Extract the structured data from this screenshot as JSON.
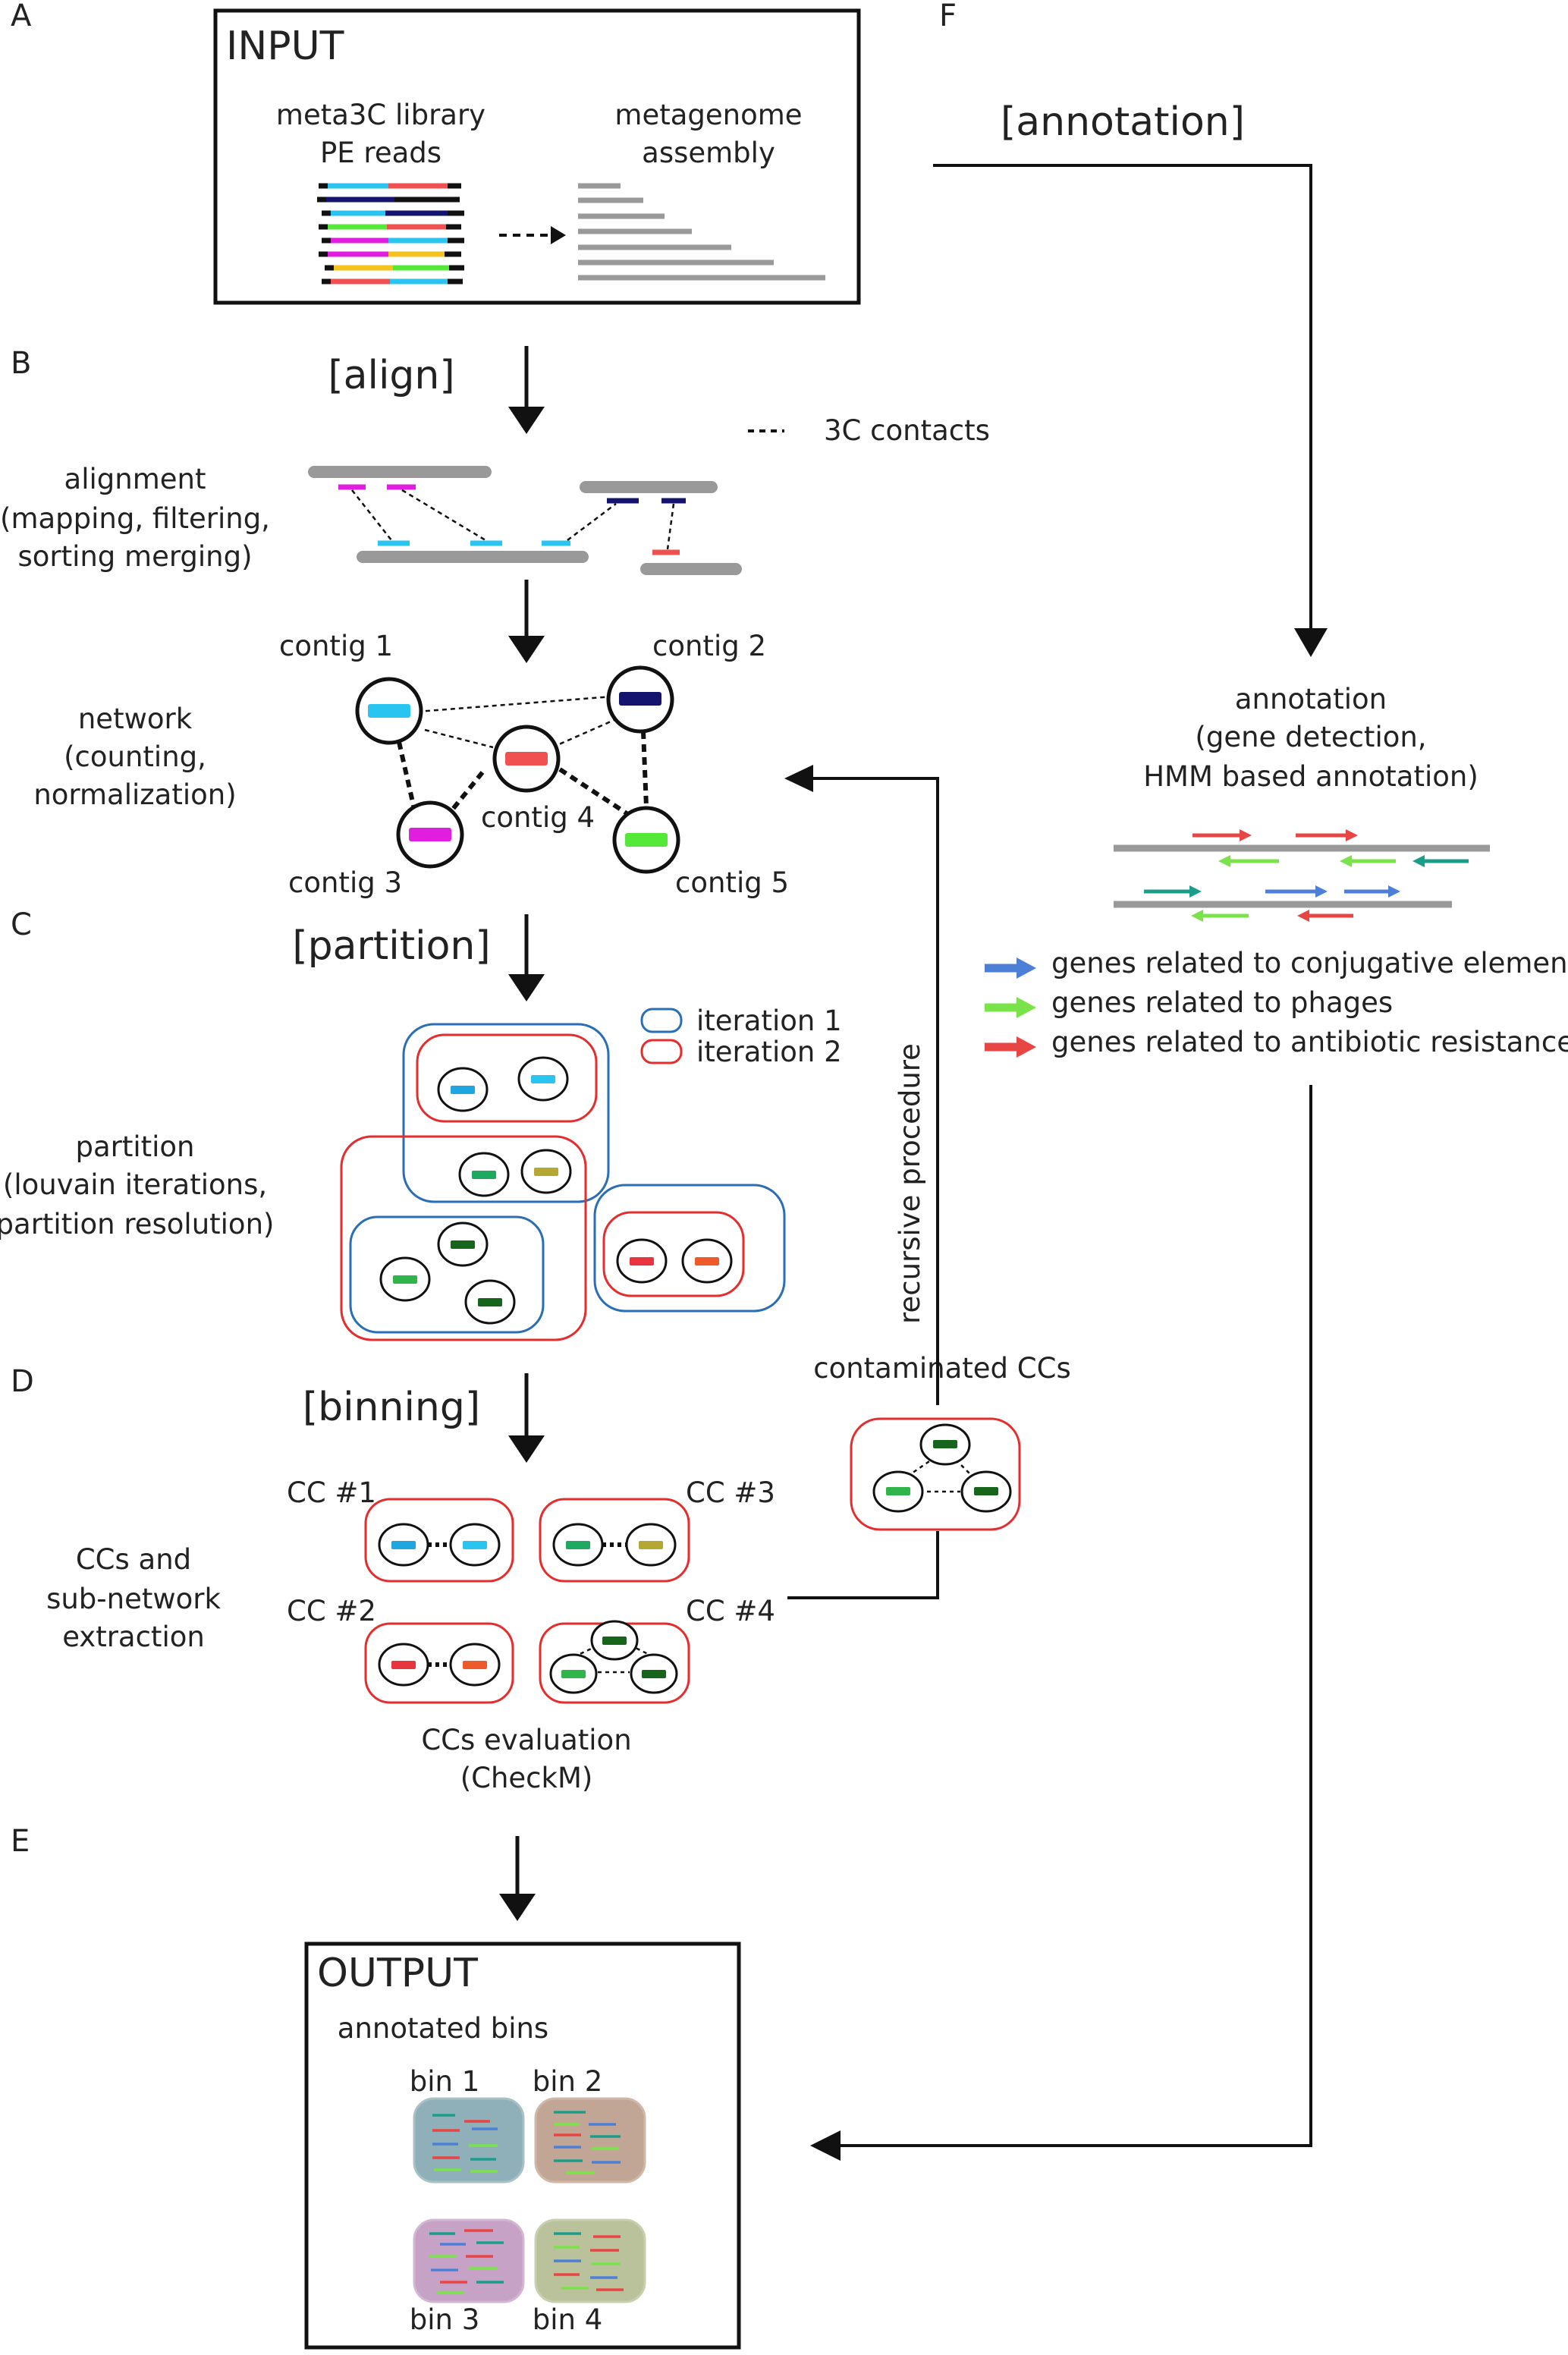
{
  "colors": {
    "gray": "#999999",
    "black": "#111111",
    "blue": "#2a6fb5",
    "red": "#e52d2d",
    "cyan": "#29c4f0",
    "navy": "#14146e",
    "salmon": "#f05050",
    "magenta": "#e01ee0",
    "green": "#55e839",
    "pale_blue": "#1da6e0",
    "teal_green": "#1fa860",
    "olive": "#b5a832",
    "dark_green": "#17651a",
    "green2": "#2fb54a",
    "red2": "#e8343f",
    "orange_red": "#ef5a2a",
    "gene_blue": "#4d7fd6",
    "gene_green": "#7be34a",
    "gene_red": "#e84545",
    "gene_teal": "#1c9d8a"
  },
  "section_labels": {
    "A": "A",
    "B": "B",
    "C": "C",
    "D": "D",
    "E": "E",
    "F": "F"
  },
  "input": {
    "title": "INPUT",
    "library_line1": "meta3C library",
    "library_line2": "PE reads",
    "assembly_line1": "metagenome",
    "assembly_line2": "assembly"
  },
  "steps": {
    "align": "[align]",
    "partition": "[partition]",
    "binning": "[binning]",
    "annotation": "[annotation]"
  },
  "align": {
    "legend": "3C contacts",
    "label_line1": "alignment",
    "label_line2": "(mapping, filtering,",
    "label_line3": "sorting merging)"
  },
  "network": {
    "label_line1": "network",
    "label_line2": "(counting,",
    "label_line3": "normalization)",
    "contigs": [
      "contig 1",
      "contig 2",
      "contig 3",
      "contig 4",
      "contig 5"
    ]
  },
  "partition": {
    "label_line1": "partition",
    "label_line2": "(louvain iterations,",
    "label_line3": "partition resolution)",
    "legend_iter1": "iteration 1",
    "legend_iter2": "iteration 2"
  },
  "binning": {
    "label_line1": "CCs and",
    "label_line2": "sub-network",
    "label_line3": "extraction",
    "cc_labels": [
      "CC #1",
      "CC #2",
      "CC #3",
      "CC #4"
    ],
    "eval_line1": "CCs evaluation",
    "eval_line2": "(CheckM)",
    "contaminated": "contaminated CCs",
    "recursive": "recursive procedure"
  },
  "annotation": {
    "label_line1": "annotation",
    "label_line2": "(gene detection,",
    "label_line3": "HMM based annotation)",
    "legend": [
      {
        "text": "genes related to conjugative elements",
        "color": "#4d7fd6"
      },
      {
        "text": "genes related to phages",
        "color": "#7be34a"
      },
      {
        "text": "genes related to antibiotic resistance",
        "color": "#e84545"
      }
    ]
  },
  "output": {
    "title": "OUTPUT",
    "subtitle": "annotated bins",
    "bins": [
      {
        "label": "bin 1",
        "fill": "#8fb0b8"
      },
      {
        "label": "bin 2",
        "fill": "#c2a695"
      },
      {
        "label": "bin 3",
        "fill": "#c6a3c6"
      },
      {
        "label": "bin 4",
        "fill": "#b9c29a"
      }
    ]
  }
}
